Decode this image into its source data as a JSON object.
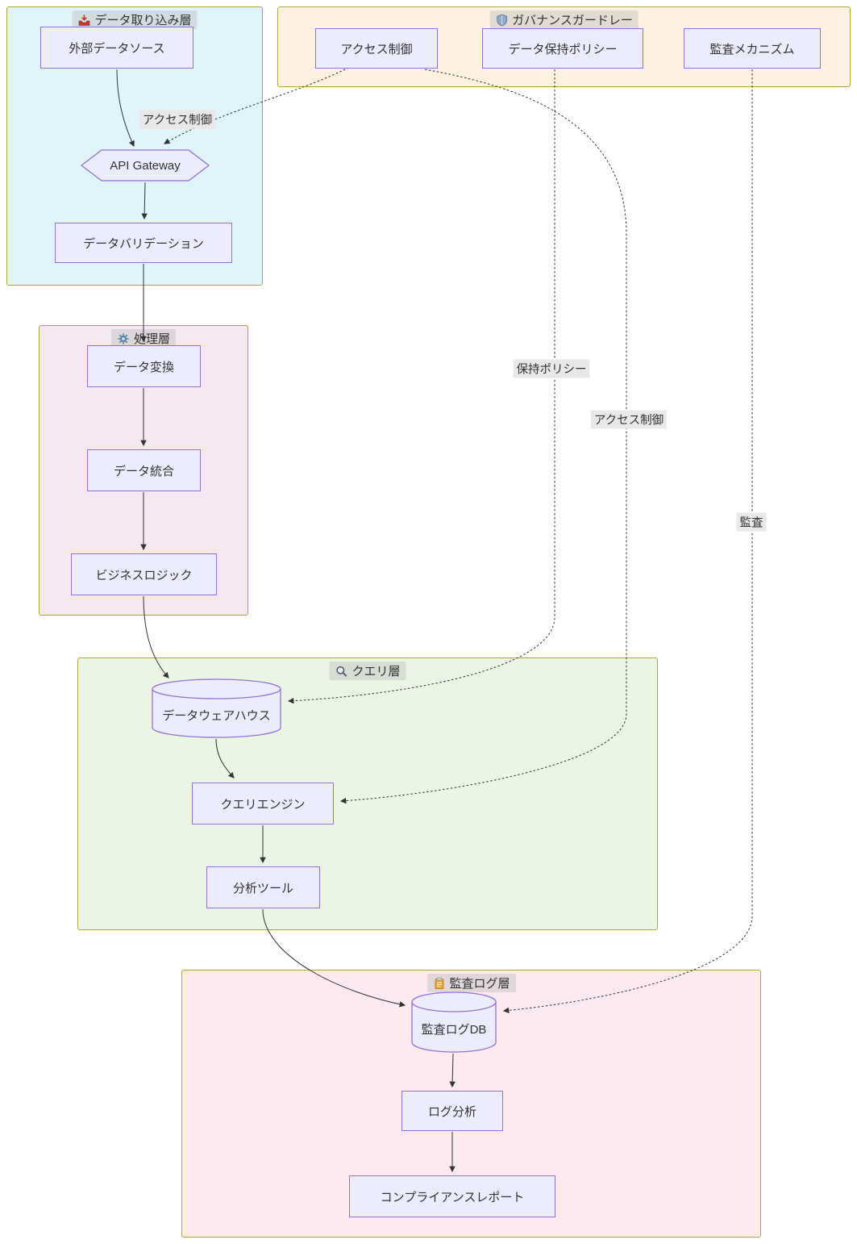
{
  "diagram": {
    "containers": {
      "ingestion": {
        "title": "データ取り込み層",
        "icon": "inbox-tray"
      },
      "governance": {
        "title": "ガバナンスガードレー",
        "icon": "shield"
      },
      "processing": {
        "title": "処理層",
        "icon": "gear"
      },
      "query": {
        "title": "クエリ層",
        "icon": "magnifier"
      },
      "audit": {
        "title": "監査ログ層",
        "icon": "clipboard"
      }
    },
    "nodes": {
      "external_source": {
        "label": "外部データソース"
      },
      "api_gateway": {
        "label": "API Gateway"
      },
      "validation": {
        "label": "データバリデーション"
      },
      "access_control": {
        "label": "アクセス制御"
      },
      "retention_policy": {
        "label": "データ保持ポリシー"
      },
      "audit_mechanism": {
        "label": "監査メカニズム"
      },
      "transform": {
        "label": "データ変換"
      },
      "integration": {
        "label": "データ統合"
      },
      "business_logic": {
        "label": "ビジネスロジック"
      },
      "warehouse": {
        "label": "データウェアハウス"
      },
      "query_engine": {
        "label": "クエリエンジン"
      },
      "analytics": {
        "label": "分析ツール"
      },
      "audit_db": {
        "label": "監査ログDB"
      },
      "log_analysis": {
        "label": "ログ分析"
      },
      "compliance_report": {
        "label": "コンプライアンスレポート"
      }
    },
    "edge_labels": {
      "gateway_access": "アクセス制御",
      "retention": "保持ポリシー",
      "query_access": "アクセス制御",
      "audit": "監査"
    },
    "colors": {
      "node_fill": "#ECECFF",
      "node_border": "#9370DB",
      "edge": "#333333",
      "ingestion_bg": "#dff5fb",
      "governance_bg": "#fff2e1",
      "processing_bg": "#f6e7f3",
      "query_bg": "#eaf6e4",
      "audit_bg": "#fdeaef",
      "container_border": "#aaaa33"
    }
  }
}
